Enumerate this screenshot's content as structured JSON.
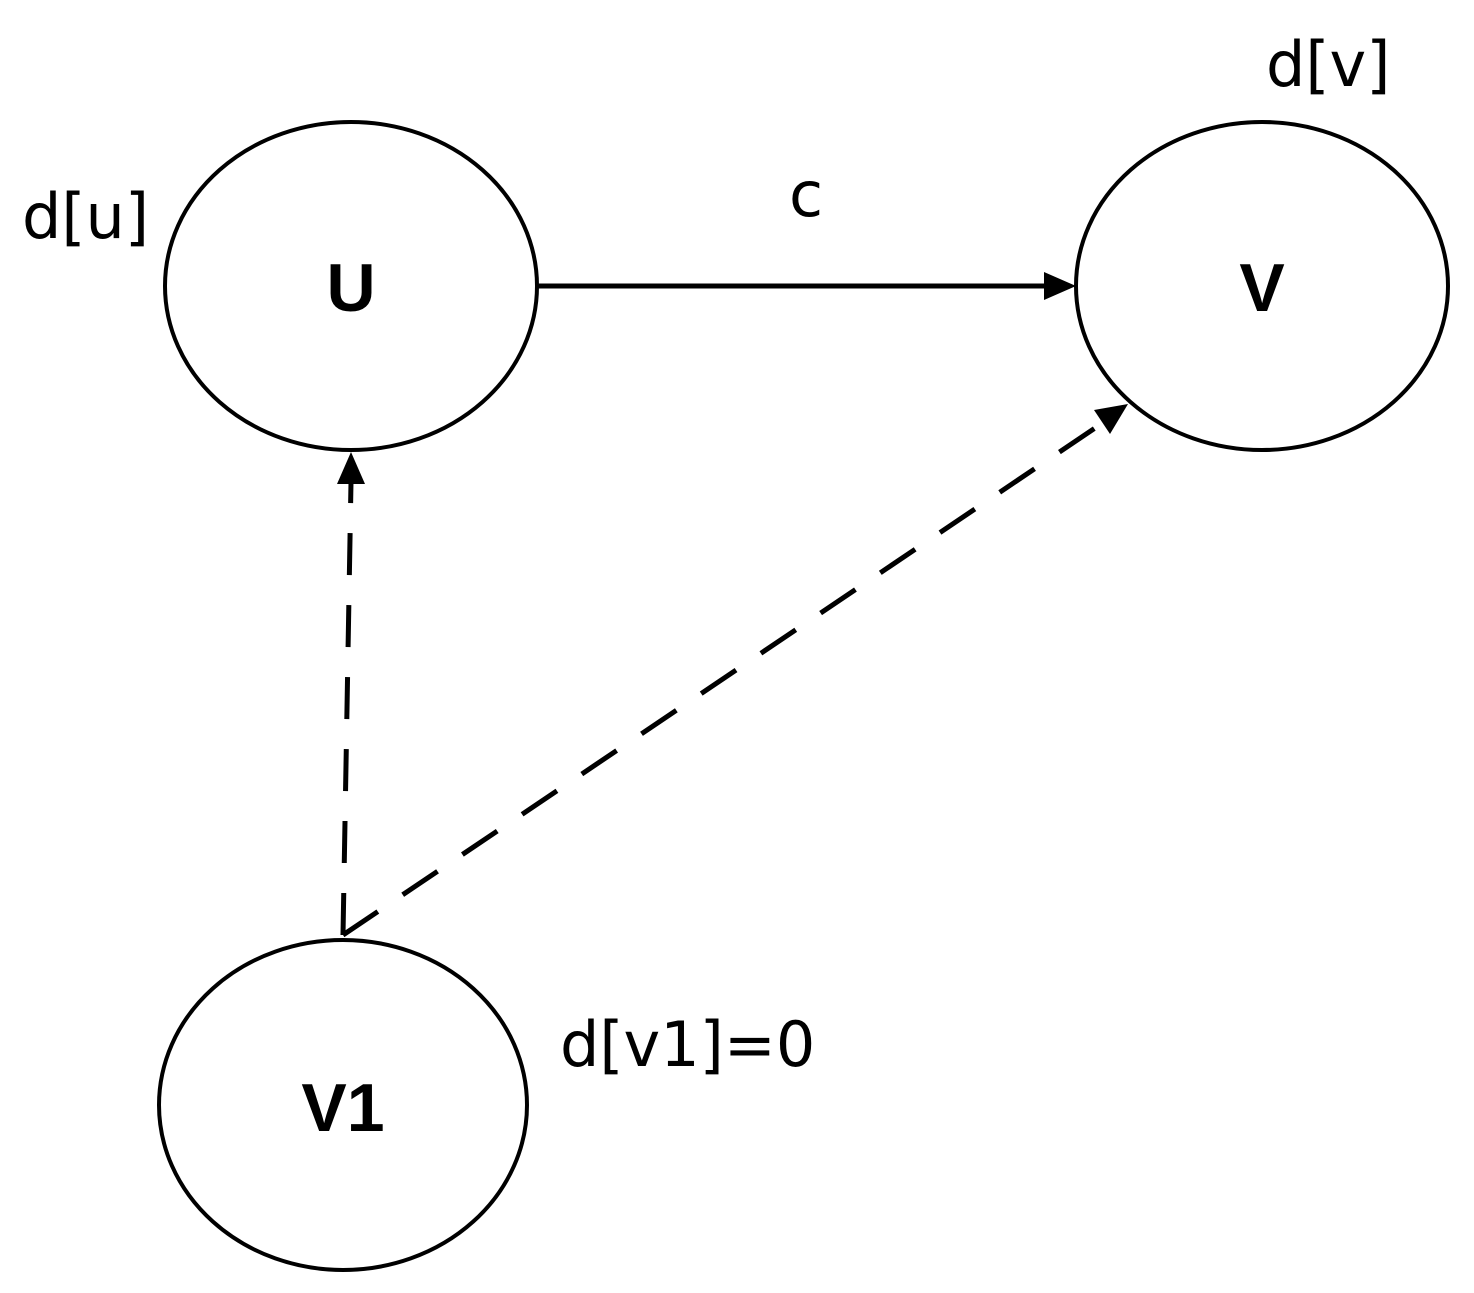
{
  "nodes": {
    "u": {
      "label": "U",
      "distance_label": "d[u]"
    },
    "v": {
      "label": "V",
      "distance_label": "d[v]"
    },
    "v1": {
      "label": "V1",
      "distance_label": "d[v1]=0"
    }
  },
  "edges": {
    "u_to_v": {
      "label": "c",
      "style": "solid"
    },
    "v1_to_u": {
      "style": "dashed"
    },
    "v1_to_v": {
      "style": "dashed"
    }
  },
  "colors": {
    "stroke": "#000000",
    "background": "#ffffff"
  }
}
